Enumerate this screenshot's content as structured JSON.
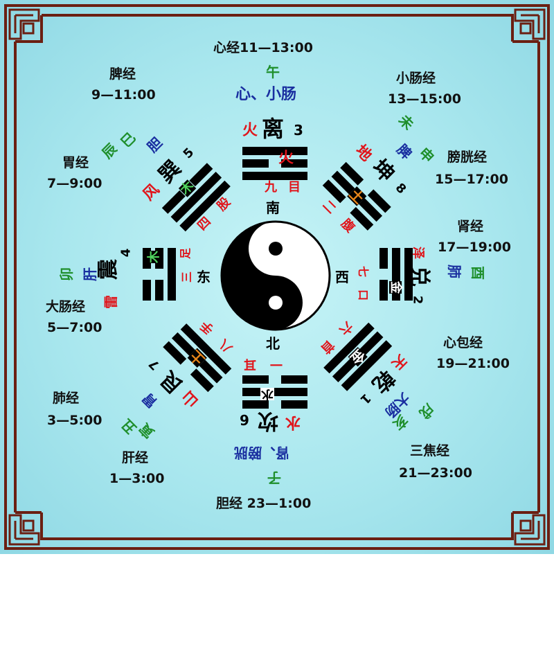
{
  "colors": {
    "background": "#a9e7ee",
    "frame": "#6b1f12",
    "trigram": "#000000",
    "red": "#e0151b",
    "blue": "#1a2fa0",
    "green": "#1f8f2c",
    "orange": "#e8861a"
  },
  "meridians": {
    "top": "心经11—13:00",
    "bottom": "胆经 23—1:00",
    "upper_left_name": "脾经",
    "upper_left_time": "9—11:00",
    "left_upper_name": "胃经",
    "left_upper_time": "7—9:00",
    "left_name": "大肠经",
    "left_time": "5—7:00",
    "lower_left_name": "肺经",
    "lower_left_time": "3—5:00",
    "bottom_left_name": "肝经",
    "bottom_left_time": "1—3:00",
    "upper_right_name": "小肠经",
    "upper_right_time": "13—15:00",
    "right_upper_name": "膀胱经",
    "right_upper_time": "15—17:00",
    "right_name": "肾经",
    "right_time": "17—19:00",
    "lower_right_name": "心包经",
    "lower_right_time": "19—21:00",
    "bottom_right_name": "三焦经",
    "bottom_right_time": "21—23:00"
  },
  "south": {
    "branch": "午",
    "organs": "心、小肠",
    "element": "火",
    "trigram": "离",
    "number": "3",
    "inner_element": "火",
    "body_num": "九",
    "body_part": "目",
    "direction": "南"
  },
  "north": {
    "branch": "子",
    "organs": "肾、膀胱",
    "element": "水",
    "trigram": "坎",
    "number": "6",
    "inner_element": "水",
    "body_num": "一",
    "body_part": "耳",
    "direction": "北"
  },
  "east": {
    "branch": "卯",
    "organ": "肝",
    "element": "雷",
    "trigram": "震",
    "number": "4",
    "inner_element": "木",
    "body_part": "足",
    "body_num": "三",
    "direction": "东"
  },
  "west": {
    "branch": "酉",
    "organ": "肺",
    "element": "泽",
    "trigram": "兑",
    "number": "2",
    "inner_element": "金",
    "body_num": "七",
    "body_part": "口",
    "direction": "西"
  },
  "southeast": {
    "branch": "巳",
    "branch2": "辰",
    "organ": "胆",
    "element": "风",
    "trigram": "巽",
    "number": "5",
    "inner_element": "木",
    "body_num": "四",
    "body_part": "股"
  },
  "southwest": {
    "branch": "未",
    "branch2": "申",
    "organ": "脾",
    "element": "地",
    "trigram": "坤",
    "number": "8",
    "inner_element": "土",
    "body_num": "二",
    "body_part": "腹"
  },
  "northwest": {
    "branch": "戌",
    "branch2": "亥",
    "organ": "大肠",
    "element": "天",
    "trigram": "乾",
    "number": "1",
    "inner_element": "金",
    "body_num": "六",
    "body_part": "首"
  },
  "northeast": {
    "branch": "寅",
    "branch2": "丑",
    "organ": "胃",
    "element": "山",
    "trigram": "艮",
    "number": "7",
    "inner_element": "土",
    "body_num": "八",
    "body_part": "手"
  }
}
